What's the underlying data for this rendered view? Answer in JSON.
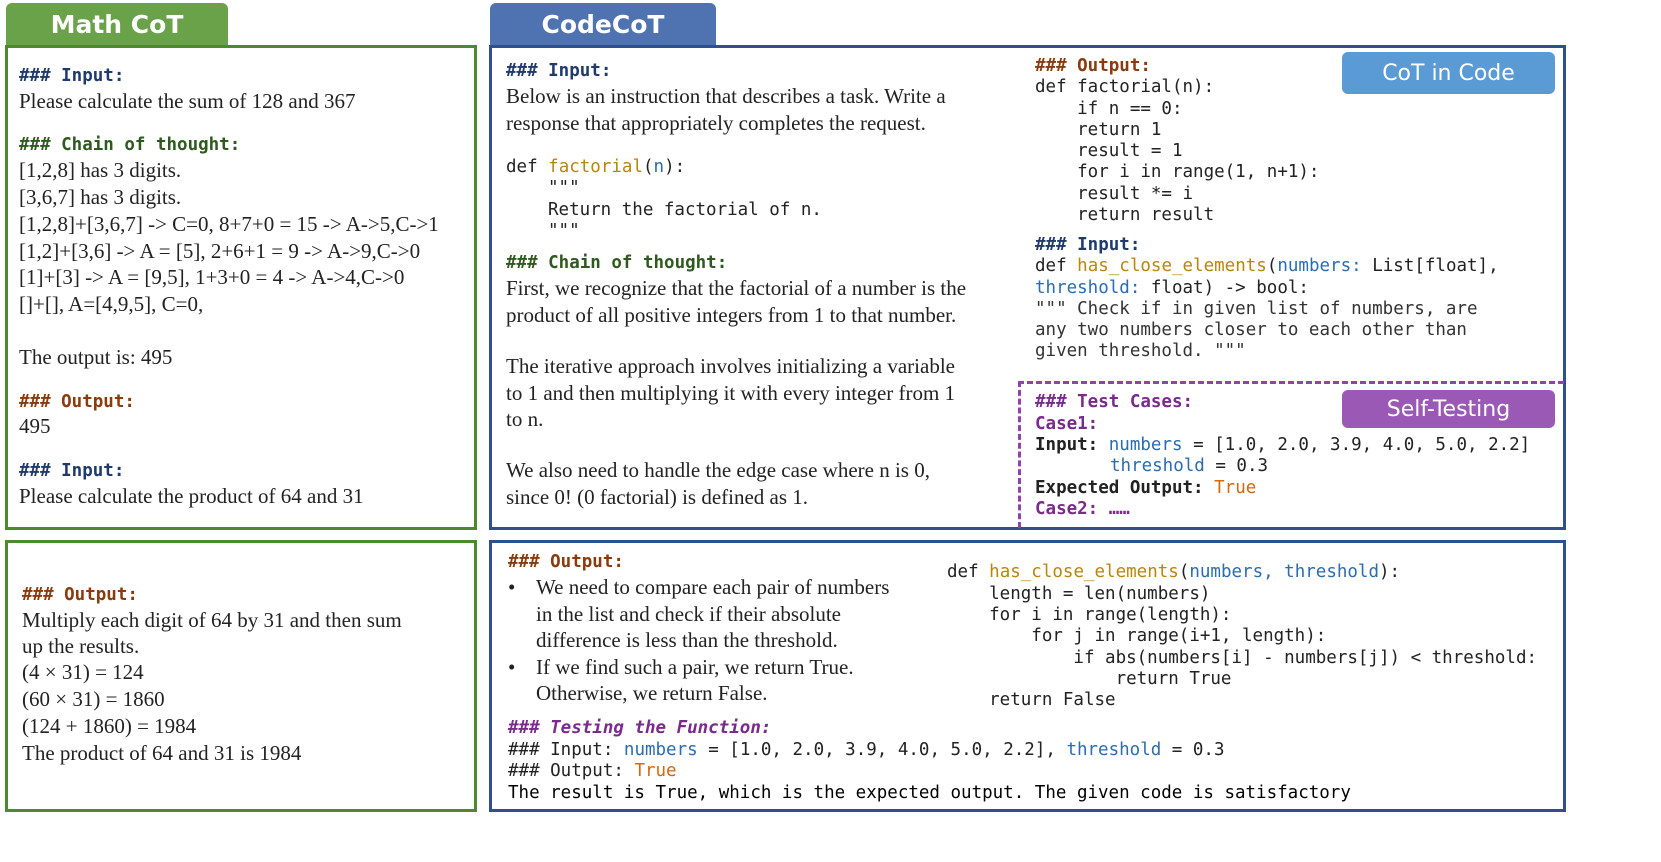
{
  "tabs": {
    "math": "Math CoT",
    "code": "CodeCoT"
  },
  "badges": {
    "cot_in_code": "CoT in Code",
    "self_testing": "Self-Testing"
  },
  "math_top": {
    "input_hdr": "### Input:",
    "input_text": "Please calculate the sum of 128 and 367",
    "cot_hdr": "### Chain of thought:",
    "cot_lines": [
      "[1,2,8] has 3 digits.",
      "[3,6,7] has 3 digits.",
      "[1,2,8]+[3,6,7] -> C=0, 8+7+0 = 15 -> A->5,C->1",
      "[1,2]+[3,6] -> A = [5], 2+6+1 = 9 -> A->9,C->0",
      "[1]+[3] -> A = [9,5], 1+3+0 = 4 -> A->4,C->0",
      "[]+[], A=[4,9,5], C=0,"
    ],
    "output_line": "The output is: 495",
    "output_hdr": "### Output:",
    "output_val": "495",
    "input2_hdr": "### Input:",
    "input2_text": "Please calculate the product of 64 and 31"
  },
  "math_bottom": {
    "output_hdr": "### Output:",
    "lines": [
      "Multiply each digit of 64 by 31 and then sum",
      "up the results.",
      "(4 × 31) = 124",
      "(60 × 31) = 1860",
      "(124 + 1860) = 1984",
      "The product of 64 and 31 is 1984"
    ]
  },
  "code_top_left": {
    "input_hdr": "### Input:",
    "input_lines": [
      "Below is an instruction that describes a task. Write a",
      "response that appropriately completes the request."
    ],
    "def_kw": "def ",
    "def_fn": "factorial",
    "def_open": "(",
    "def_param": "n",
    "def_close": "):",
    "doc_open": "\"\"\"",
    "doc_text": "Return the factorial of n.",
    "doc_close": "\"\"\"",
    "cot_hdr": "### Chain of thought:",
    "para1": [
      "First, we recognize that the factorial of a number is the",
      "product of all positive integers from 1 to that number."
    ],
    "para2": [
      "The iterative approach involves initializing a variable",
      "to 1 and then multiplying it with every integer from 1",
      "to n."
    ],
    "para3": [
      "We also need to handle the edge case where n is 0,",
      "since 0! (0 factorial) is defined as 1."
    ]
  },
  "code_top_right": {
    "output_hdr": "### Output:",
    "code_lines": [
      "def factorial(n):",
      "    if n == 0:",
      "    return 1",
      "    result = 1",
      "    for i in range(1, n+1):",
      "    result *= i",
      "    return result"
    ],
    "input_hdr": "### Input:",
    "sig1_kw": "def ",
    "sig1_fn": "has_close_elements",
    "sig1_open": "(",
    "sig1_p1": "numbers:",
    "sig1_rest": " List[float],",
    "sig2_p2": "threshold:",
    "sig2_rest": " float) -> bool:",
    "doc_lines": [
      "\"\"\" Check if in given list of numbers, are",
      "any two numbers closer to each other than",
      "given threshold. \"\"\""
    ]
  },
  "tests": {
    "hdr": "### Test Cases:",
    "case1": "Case1:",
    "input_lbl": "Input: ",
    "numbers_kw": "numbers",
    "numbers_val": " = [1.0, 2.0, 3.9, 4.0, 5.0, 2.2]",
    "threshold_kw": "threshold",
    "threshold_val": " = 0.3",
    "expected_lbl": "Expected Output: ",
    "expected_val": "True",
    "case2": "Case2: ……"
  },
  "code_bottom": {
    "output_hdr": "### Output:",
    "bullets": [
      [
        "We need to compare each pair of numbers",
        "in the list and check if their absolute",
        "difference is less than the threshold."
      ],
      [
        "If we find such a pair, we return True.",
        "Otherwise, we return False."
      ]
    ],
    "def_kw": "def ",
    "def_fn": "has_close_elements",
    "def_open": "(",
    "def_params": "numbers, threshold",
    "def_close": "):",
    "code_lines": [
      "    length = len(numbers)",
      "    for i in range(length):",
      "        for j in range(i+1, length):",
      "            if abs(numbers[i] - numbers[j]) < threshold:",
      "                return True",
      "    return False"
    ],
    "testing_hdr": "### Testing the Function:",
    "t_input_lbl": "### Input: ",
    "t_numbers": "numbers",
    "t_numbers_val": " = [1.0, 2.0, 3.9, 4.0, 5.0, 2.2], ",
    "t_threshold": "threshold",
    "t_threshold_val": " = 0.3",
    "t_output_lbl": "### Output: ",
    "t_output_val": "True",
    "result": "The result is True, which is the expected output. The given code is satisfactory"
  }
}
